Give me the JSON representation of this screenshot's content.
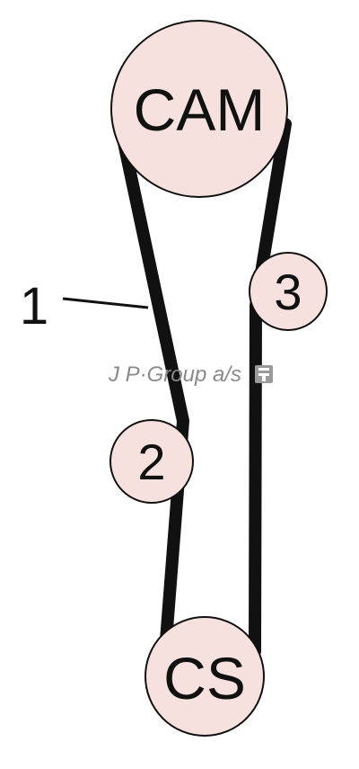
{
  "diagram": {
    "pulleys": {
      "cam": {
        "label": "CAM"
      },
      "crankshaft": {
        "label": "CS"
      },
      "idler_2": {
        "label": "2"
      },
      "tensioner_3": {
        "label": "3"
      }
    },
    "belt_callout": {
      "label": "1"
    },
    "watermark": {
      "text": "J P·Group a/s"
    }
  },
  "colors": {
    "pulley_fill": "#f6e1de",
    "belt": "#111111",
    "outline": "#111111",
    "watermark": "#8a8a8a"
  }
}
